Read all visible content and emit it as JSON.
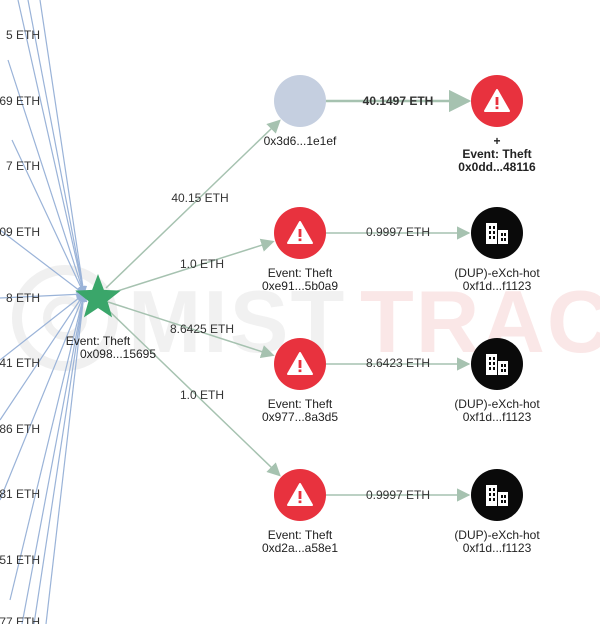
{
  "watermark": {
    "left": "MIST",
    "right": "TRACK"
  },
  "left_edge_labels": [
    "5 ETH",
    "69 ETH",
    "7 ETH",
    "09 ETH",
    "8 ETH",
    "41 ETH",
    "86 ETH",
    "81 ETH",
    "51 ETH",
    "77 ETH"
  ],
  "hub": {
    "line1": "Event: Theft",
    "line2": "0x098...15695"
  },
  "edges": [
    {
      "label": "40.15 ETH"
    },
    {
      "label": "1.0 ETH"
    },
    {
      "label": "8.6425 ETH"
    },
    {
      "label": "1.0 ETH"
    },
    {
      "label": "40.1497 ETH"
    },
    {
      "label": "0.9997 ETH"
    },
    {
      "label": "8.6423 ETH"
    },
    {
      "label": "0.9997 ETH"
    }
  ],
  "nodes": [
    {
      "type": "address",
      "lines": [
        "0x3d6...1e1ef"
      ]
    },
    {
      "type": "theft",
      "lines": [
        "Event: Theft",
        "0xe91...5b0a9"
      ]
    },
    {
      "type": "theft",
      "lines": [
        "Event: Theft",
        "0x977...8a3d5"
      ]
    },
    {
      "type": "theft",
      "lines": [
        "Event: Theft",
        "0xd2a...a58e1"
      ]
    },
    {
      "type": "theft",
      "lines": [
        "+",
        "Event: Theft",
        "0x0dd...48116"
      ]
    },
    {
      "type": "exchange",
      "lines": [
        "(DUP)-eXch-hot",
        "0xf1d...f1123"
      ]
    },
    {
      "type": "exchange",
      "lines": [
        "(DUP)-eXch-hot",
        "0xf1d...f1123"
      ]
    },
    {
      "type": "exchange",
      "lines": [
        "(DUP)-eXch-hot",
        "0xf1d...f1123"
      ]
    }
  ],
  "colors": {
    "theft": "#e8323e",
    "exchange": "#0a0a0a",
    "address": "#c5cfe0",
    "hub": "#3aa66a",
    "edge": "#a6c2b0",
    "incoming": "#9ab3d8"
  }
}
